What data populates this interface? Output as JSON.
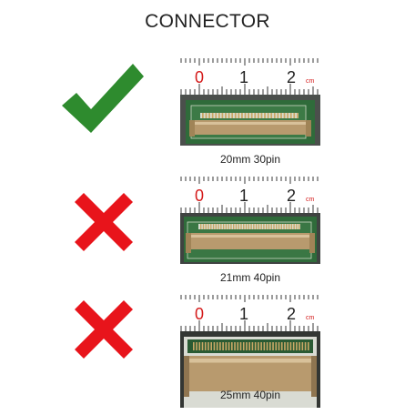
{
  "title": "CONNECTOR",
  "colors": {
    "check": "#2e8b2e",
    "cross": "#e8141b",
    "ruler_digit": "#d41a1a",
    "pcb": "#2f6b3a",
    "connector": "#b89a6e"
  },
  "ruler": {
    "digits": [
      "0",
      "1",
      "2"
    ],
    "unit": "cm"
  },
  "options": [
    {
      "label": "20mm 30pin",
      "status": "check",
      "icon": "check-icon"
    },
    {
      "label": "21mm 40pin",
      "status": "cross",
      "icon": "cross-icon"
    },
    {
      "label": "25mm 40pin",
      "status": "cross",
      "icon": "cross-icon"
    }
  ]
}
